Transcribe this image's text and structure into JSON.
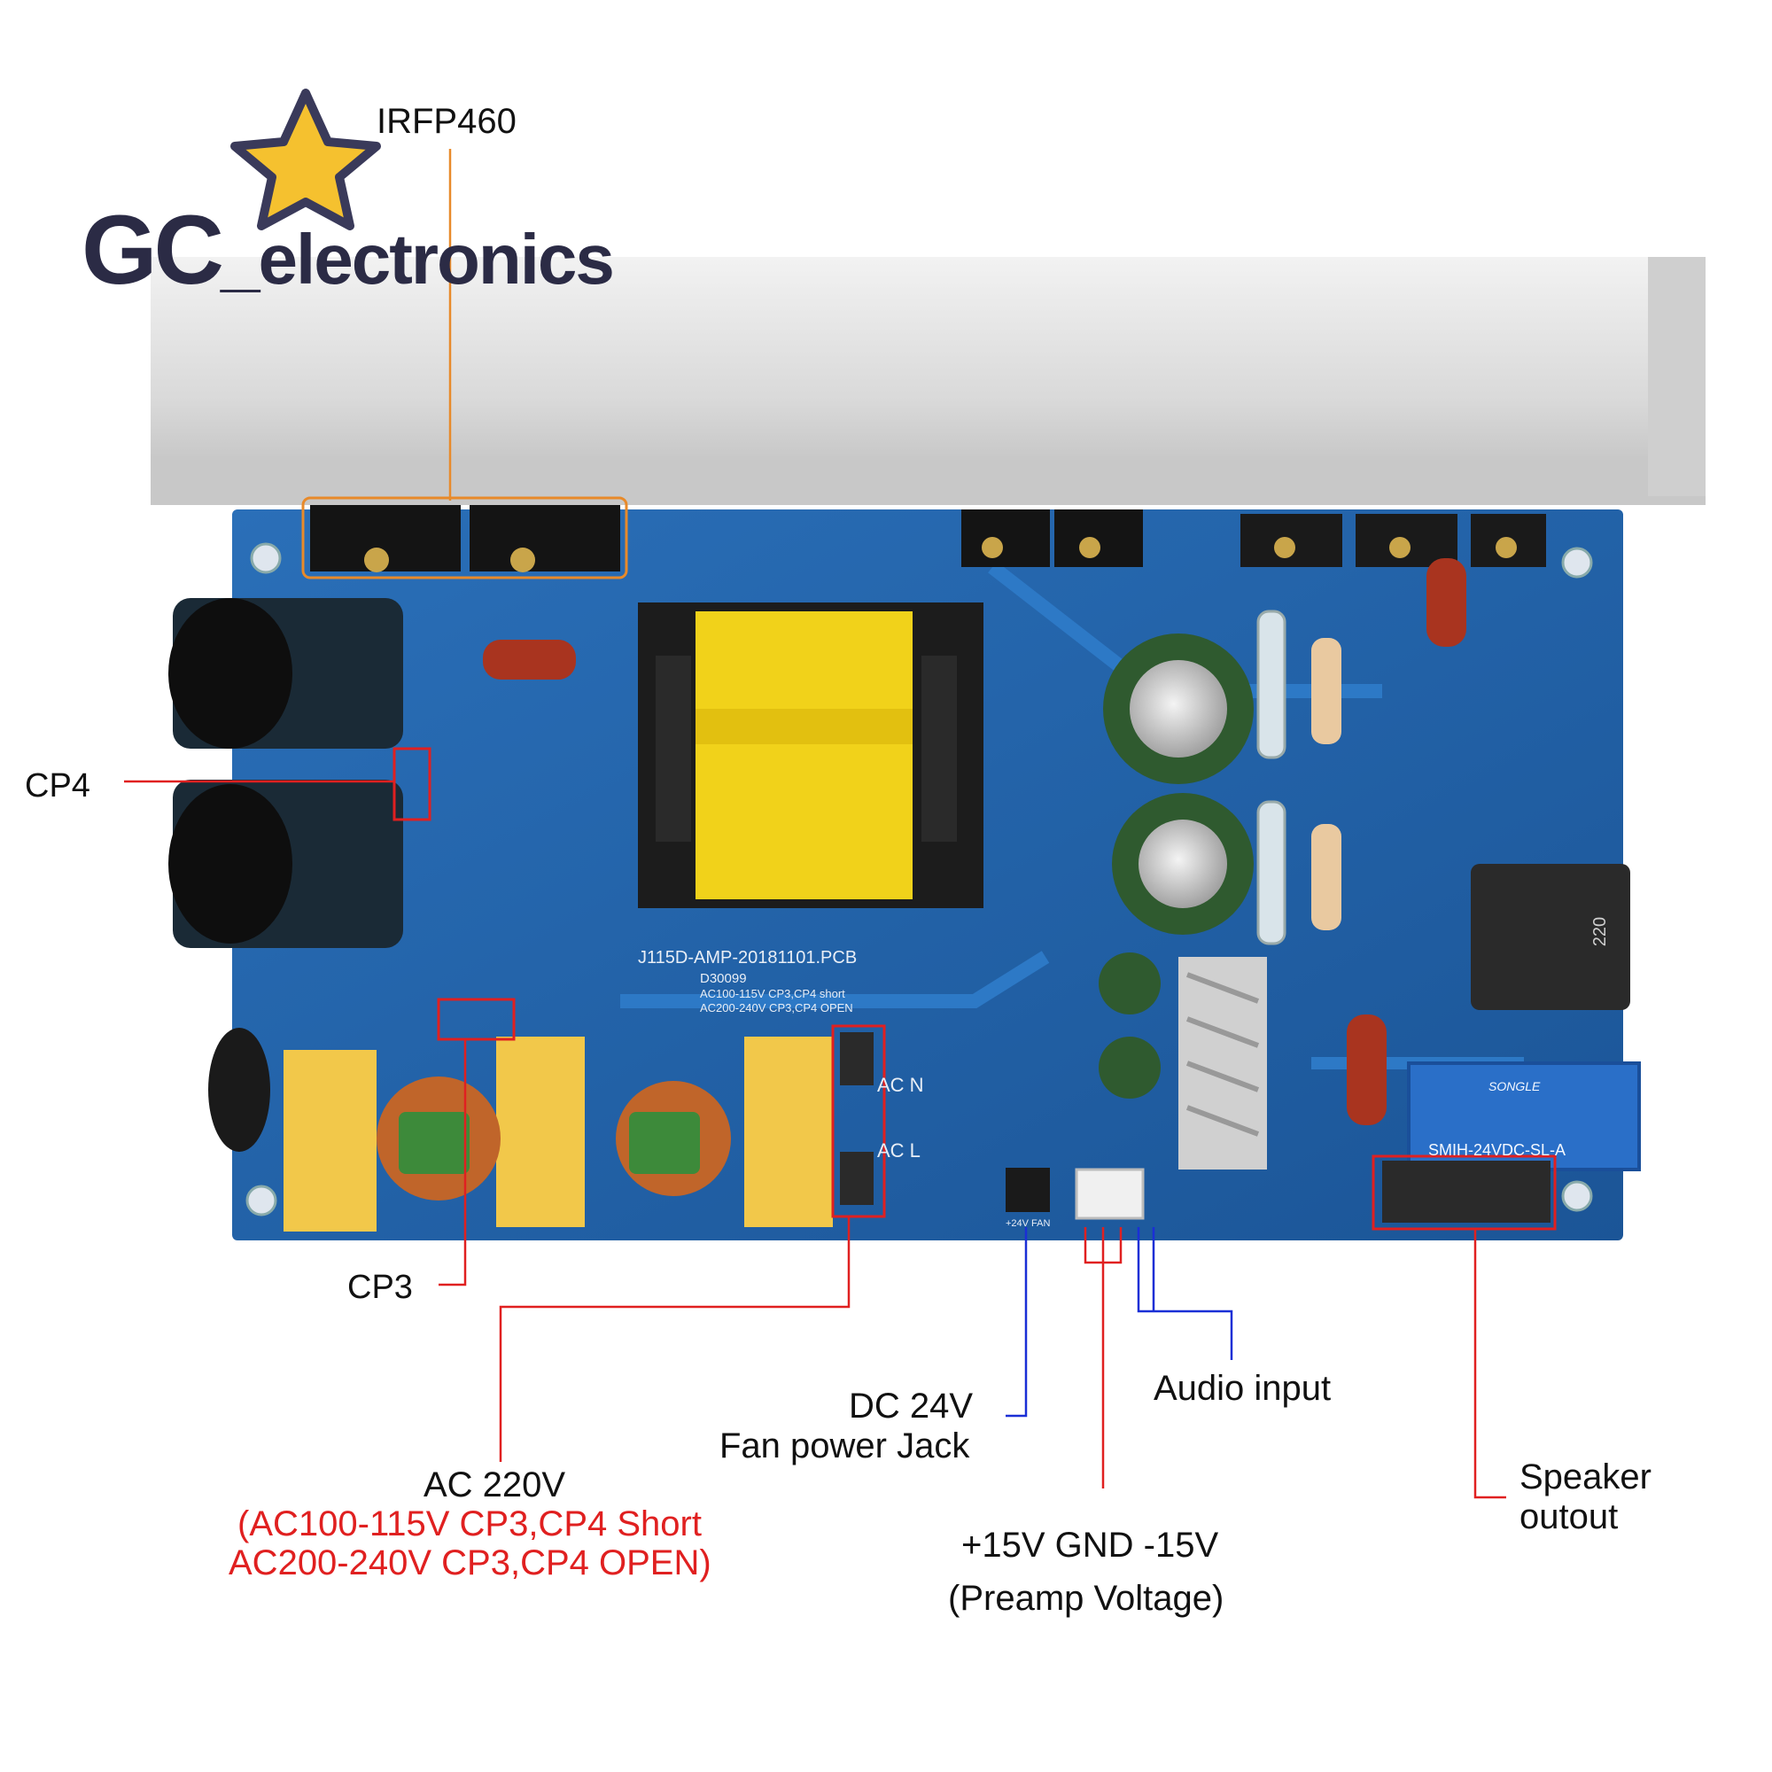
{
  "brand": {
    "wordmark_primary": "GC",
    "wordmark_secondary": "_electronics",
    "logo_icon": "star-icon"
  },
  "board": {
    "pcb_marking": "J115D-AMP-20181101.PCB",
    "board_code": "D30099",
    "warning_line1": "AC100-115V  CP3,CP4 short",
    "warning_line2": "AC200-240V  CP3,CP4 OPEN",
    "relay_label": "SMIH-24VDC-SL-A",
    "relay_brand": "SONGLE",
    "inductor_marking": "220",
    "ac_n_label": "AC N",
    "ac_l_label": "AC L",
    "fan_connector_label": "+24V  FAN"
  },
  "callouts": {
    "irfp460": "IRFP460",
    "cp4": "CP4",
    "cp3": "CP3",
    "dc24v_line1": "DC 24V",
    "dc24v_line2": "Fan power Jack",
    "audio_input": "Audio input",
    "ac220v_title": "AC 220V",
    "ac220v_note1": "(AC100-115V  CP3,CP4 Short",
    "ac220v_note2": "AC200-240V  CP3,CP4 OPEN)",
    "preamp_line1": "+15V GND -15V",
    "preamp_line2": "(Preamp Voltage)",
    "speaker_line1": "Speaker",
    "speaker_line2": "outout"
  },
  "colors": {
    "pcb_blue": "#1f5fa6",
    "heatsink": "#dcdcdc",
    "callout_red": "#e02020",
    "callout_blue": "#1a2fd6",
    "callout_orange": "#e88a2a"
  }
}
